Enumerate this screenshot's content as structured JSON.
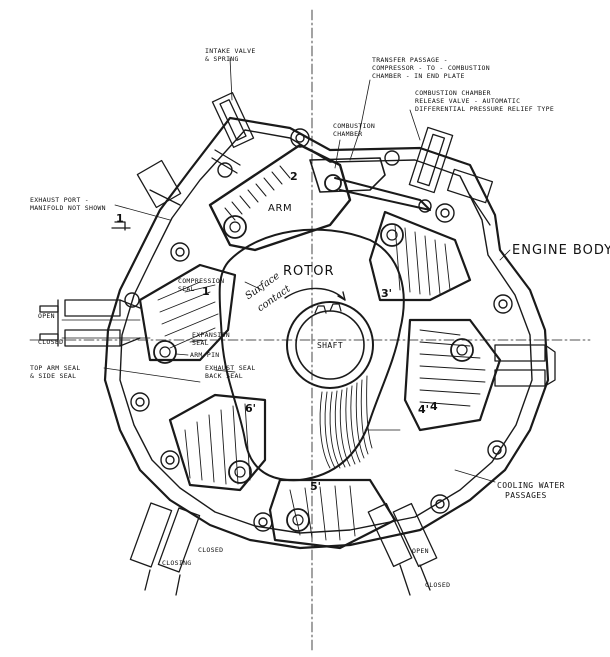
{
  "labels": {
    "intake_valve": [
      "INTAKE VALVE",
      "& SPRING"
    ],
    "transfer_passage": [
      "TRANSFER PASSAGE -",
      "COMPRESSOR - TO - COMBUSTION",
      "CHAMBER - IN END PLATE"
    ],
    "combustion_chamber": [
      "COMBUSTION",
      "CHAMBER"
    ],
    "release_valve": [
      "COMBUSTION CHAMBER",
      "RELEASE VALVE - AUTOMATIC",
      "DIFFERENTIAL PRESSURE RELIEF TYPE"
    ],
    "exhaust_port": [
      "EXHAUST PORT -",
      "MANIFOLD NOT SHOWN"
    ],
    "arm": "ARM",
    "rotor": "ROTOR",
    "engine_body": "ENGINE BODY",
    "compression_seal": [
      "COMPRESSION",
      "SEAL"
    ],
    "surface_contact": [
      "Surface",
      "contact"
    ],
    "open_left": "OPEN",
    "closed_left": "CLOSED",
    "expansion_seal": [
      "EXPANSION",
      "SEAL"
    ],
    "arm_pin": "ARM PIN",
    "top_arm_seal": [
      "TOP ARM SEAL",
      "& SIDE SEAL"
    ],
    "exhaust_seal": [
      "EXHAUST SEAL",
      "BACK SEAL"
    ],
    "shaft": "SHAFT",
    "cooling_water": [
      "COOLING WATER",
      "PASSAGES"
    ],
    "closing_bottom": "CLOSING",
    "closed_bottom": "CLOSED",
    "open_bottom": "OPEN",
    "closed_bottom_right": "CLOSED"
  },
  "numbers": {
    "arm_top": "2",
    "arm_left": "1",
    "arm_right": "3'",
    "arm_bottom_left": "6'",
    "arm_bottom": "5'",
    "arm_right_lower": "4'",
    "mark_left": "1",
    "mark_bottom_right": "4"
  }
}
